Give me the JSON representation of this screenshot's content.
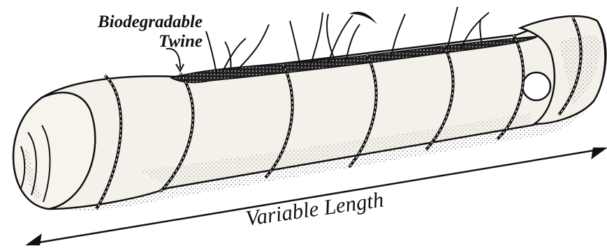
{
  "labels": {
    "twine_line1": "Biodegradable",
    "twine_line2": "Twine",
    "length": "Variable Length"
  },
  "colors": {
    "ink": "#111111",
    "paper": "#ffffff",
    "fill": "#f4f1ea"
  }
}
